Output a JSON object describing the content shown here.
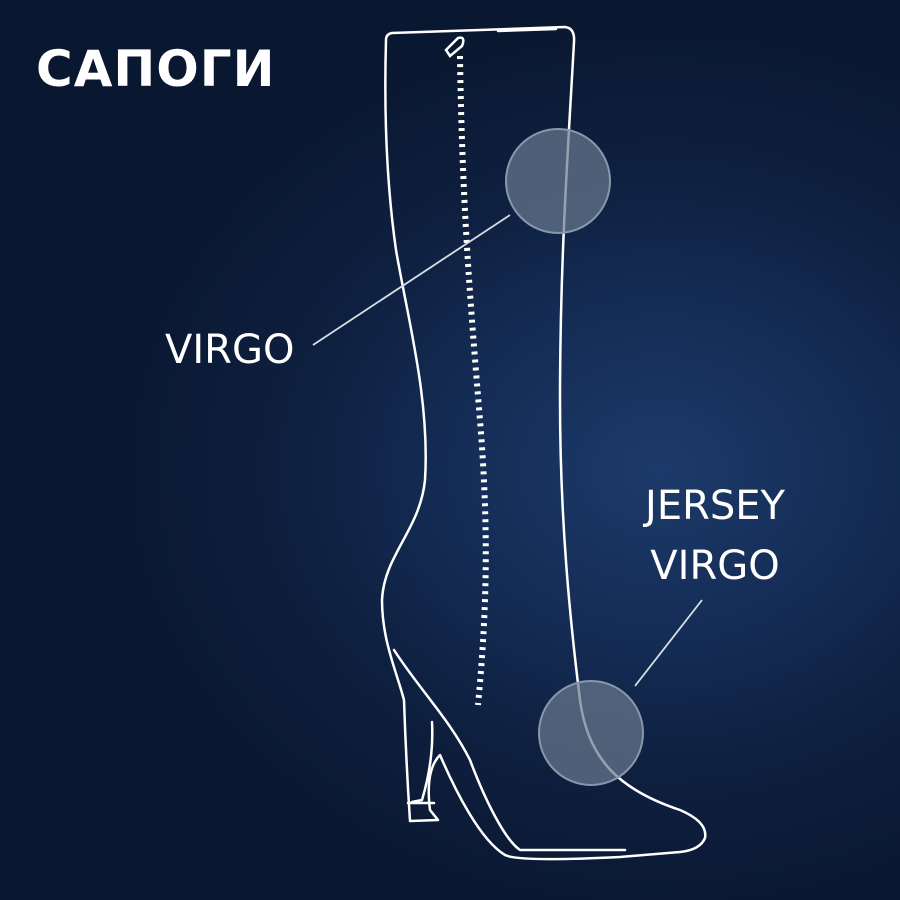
{
  "title": "САПОГИ",
  "callouts": [
    {
      "id": "upper-material",
      "lines": [
        "VIRGO"
      ]
    },
    {
      "id": "lower-material",
      "lines": [
        "JERSEY",
        "VIRGO"
      ]
    }
  ],
  "colors": {
    "background": "#0e2040",
    "line": "#ffffff",
    "marker": "#6b7a90"
  }
}
